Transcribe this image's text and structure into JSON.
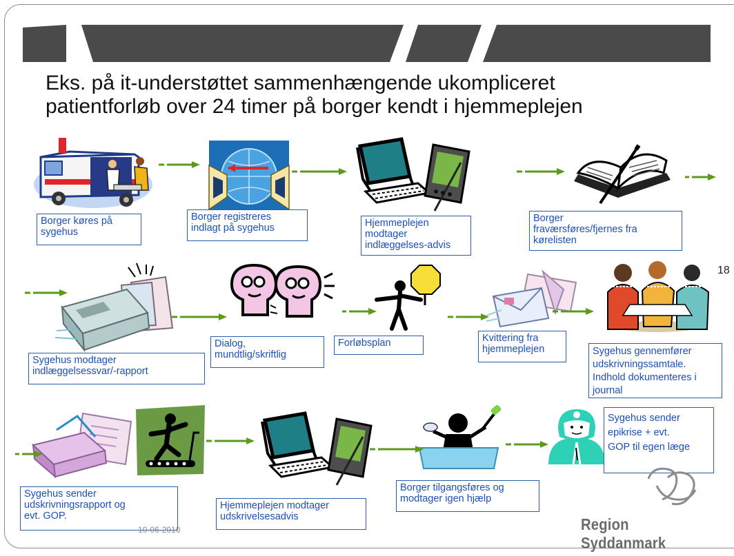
{
  "slide": {
    "title_line1": "Eks. på it-understøttet sammenhængende ukompliceret",
    "title_line2": "patientforløb over 24 timer på borger kendt i hjemmeplejen",
    "date": "10-06-2010",
    "page_number": "18",
    "brand": "Region Syddanmark"
  },
  "steps": {
    "s1": [
      "Borger køres på",
      "sygehus"
    ],
    "s2": [
      "Borger registreres",
      "indlagt på sygehus"
    ],
    "s3": [
      "Hjemmeplejen",
      "modtager",
      "indlæggelses-advis"
    ],
    "s4": [
      "Borger",
      "fraværsføres/fjernes fra",
      "kørelisten"
    ],
    "s5": [
      "Sygehus modtager",
      "indlæggelsessvar/-rapport"
    ],
    "s6": [
      "Dialog,",
      "mundtlig/skriftlig"
    ],
    "s7": [
      "Forløbsplan"
    ],
    "s8": [
      "Kvittering fra",
      "hjemmeplejen"
    ],
    "s9": [
      "Sygehus gennemfører",
      "udskrivningssamtale.",
      "Indhold dokumenteres i",
      "journal"
    ],
    "s10": [
      "Sygehus sender",
      "udskrivningsrapport og",
      "evt. GOP."
    ],
    "s11": [
      "Hjemmeplejen modtager",
      "udskrivelsesadvis"
    ],
    "s12": [
      "Borger tilgangsføres og",
      "modtager igen hjælp"
    ],
    "s13": [
      "Sygehus sender",
      "epikrise + evt.",
      "GOP til egen læge"
    ]
  },
  "colors": {
    "band": "#4a4a4a",
    "arrow": "#5c9a1c",
    "box_border": "#2b5cad",
    "box_text": "#1b50b8",
    "brand_gray": "#6b6b6b"
  },
  "icons": [
    "ambulance-clipart-icon",
    "network-computers-icon",
    "computer-and-pda-icon",
    "open-book-icon",
    "fax-machine-icon",
    "dialog-heads-icon",
    "stop-sign-person-icon",
    "letters-icon",
    "meeting-people-icon",
    "fax-papers-icon",
    "treadmill-icon",
    "computer-and-pda-icon",
    "bathtub-person-icon",
    "doctor-icon",
    "region-logo-icon"
  ]
}
